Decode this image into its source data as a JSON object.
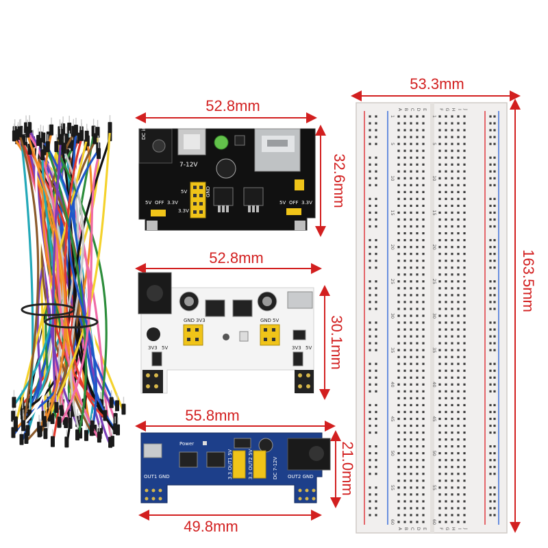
{
  "dimensions": {
    "module1_width": "52.8mm",
    "module1_height": "32.6mm",
    "module2_width": "52.8mm",
    "module2_height": "30.1mm",
    "module3_top_width": "55.8mm",
    "module3_bottom_width": "49.8mm",
    "module3_height": "21.0mm",
    "breadboard_width": "53.3mm",
    "breadboard_height": "163.5mm"
  },
  "module1_labels": {
    "dc_in": "DC in",
    "voltage_range": "7-12V",
    "left_5v": "5V",
    "left_off": "OFF",
    "left_3v3": "3.3V",
    "rail_5v": "5V",
    "rail_3v3": "3.3V",
    "gnd": "GND",
    "right_5v": "5V",
    "right_off": "OFF",
    "right_3v3": "3.3V"
  },
  "module2_labels": {
    "gnd_left": "GND",
    "v3_left": "3V3",
    "gnd_right": "GND",
    "v5_right": "5V",
    "v3_bottom": "3V3",
    "v5_bottom": "5V",
    "v3_bottom_right": "3V3",
    "v5_bottom_right": "5V"
  },
  "module3_labels": {
    "power": "Power",
    "out1": "3.3 OUT1 5V",
    "out2": "3.3 OUT2 5V",
    "dc_in": "DC 7-12V",
    "out1_gnd": "OUT1 GND",
    "out2_gnd": "OUT2 GND"
  },
  "breadboard_numbers": [
    "1",
    "5",
    "10",
    "15",
    "20",
    "25",
    "30",
    "35",
    "40",
    "45",
    "50",
    "55",
    "60"
  ],
  "breadboard_letters": [
    "A",
    "B",
    "C",
    "D",
    "E",
    "F",
    "G",
    "H",
    "I",
    "J"
  ],
  "colors": {
    "dimension": "#d21f1f",
    "pcb_black": "#111111",
    "pcb_white": "#f4f4f4",
    "pcb_blue": "#1d3f8a",
    "breadboard": "#f1efee",
    "rail_red": "#e0393e",
    "rail_blue": "#3a6fd8"
  },
  "wire_colors": [
    "#111111",
    "#c8c8c8",
    "#e23b2e",
    "#f4d22c",
    "#2c8d3b",
    "#1f57c8",
    "#7a3fb8",
    "#f28c28",
    "#8a5a2b",
    "#f06ba8",
    "#22a8b8",
    "#ffffff"
  ]
}
